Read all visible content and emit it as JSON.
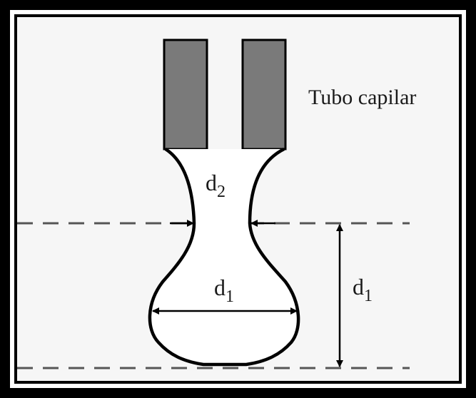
{
  "diagram": {
    "capillary_label": "Tubo capilar",
    "neck_diameter": {
      "symbol": "d",
      "subscript": "2"
    },
    "drop_diameter": {
      "symbol": "d",
      "subscript": "1"
    },
    "height_marker": {
      "symbol": "d",
      "subscript": "1"
    }
  },
  "colors": {
    "tube_fill": "#7a7a7a",
    "outline": "#000000",
    "background": "#f6f6f6",
    "dashed_line": "#555555"
  }
}
